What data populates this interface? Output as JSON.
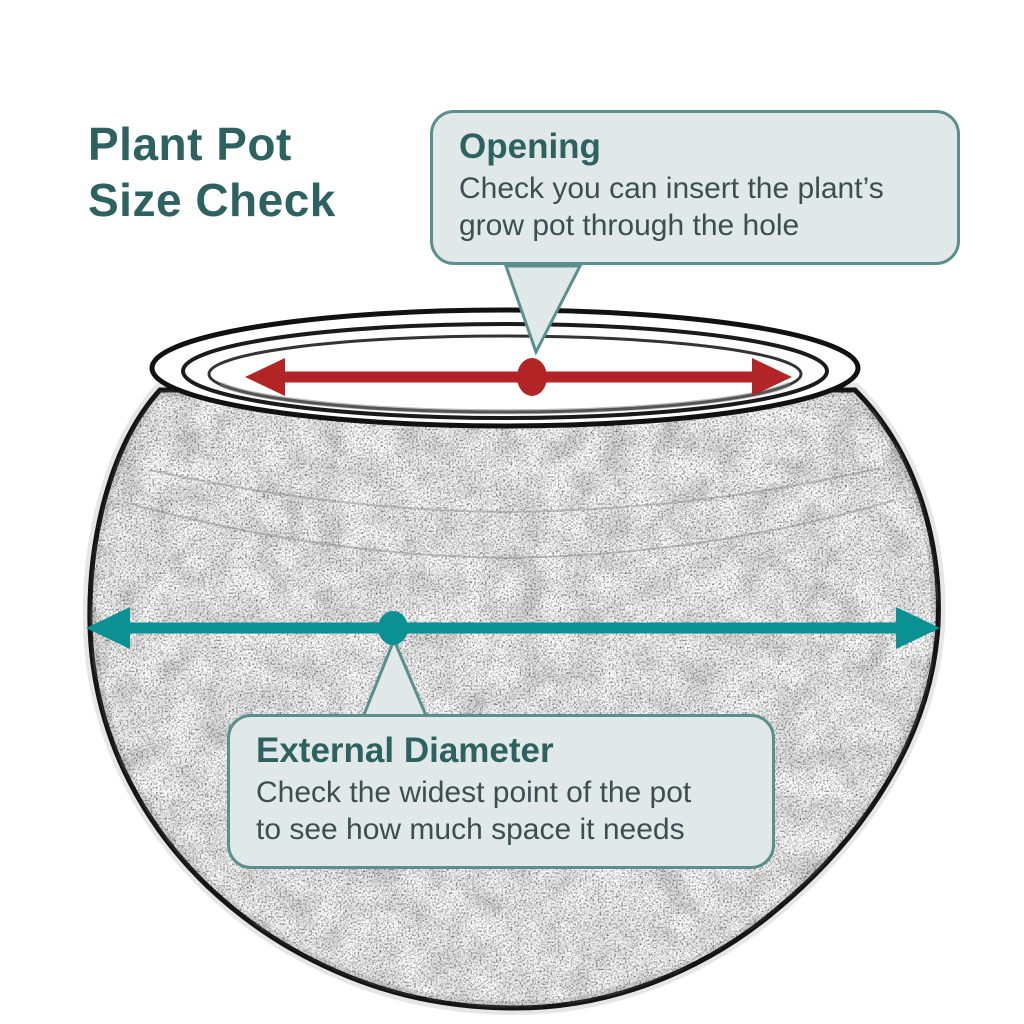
{
  "title": {
    "line1": "Plant Pot",
    "line2": "Size Check"
  },
  "callouts": {
    "opening": {
      "title": "Opening",
      "body_line1": "Check you can insert the plant’s",
      "body_line2": "grow pot through the hole"
    },
    "external": {
      "title": "External Diameter",
      "body_line1": "Check the widest point of the pot",
      "body_line2": "to see how much space it needs"
    }
  },
  "colors": {
    "heading_teal": "#2e6261",
    "body_text": "#3d4e4e",
    "callout_bg": "#e1e9e8",
    "callout_border": "#5a8f8d",
    "arrow_red": "#b22426",
    "arrow_teal": "#0b9192",
    "pot_outline": "#111111"
  }
}
